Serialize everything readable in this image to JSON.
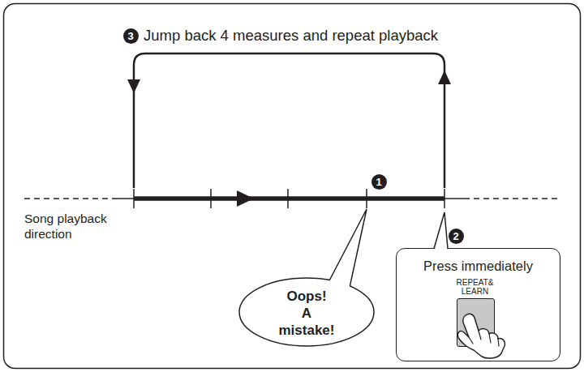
{
  "diagram": {
    "nodes": [
      {
        "text": [
          "Oops! A mistake!"
        ]
      },
      {
        "text": [
          "Press immediately"
        ]
      },
      {
        "text": [
          "REPEAT& LEARN"
        ],
        "in": 1
      }
    ],
    "labels": [
      "3",
      "Jump back 4 measures and repeat playback",
      "Song playback direction",
      "1",
      "2"
    ]
  }
}
